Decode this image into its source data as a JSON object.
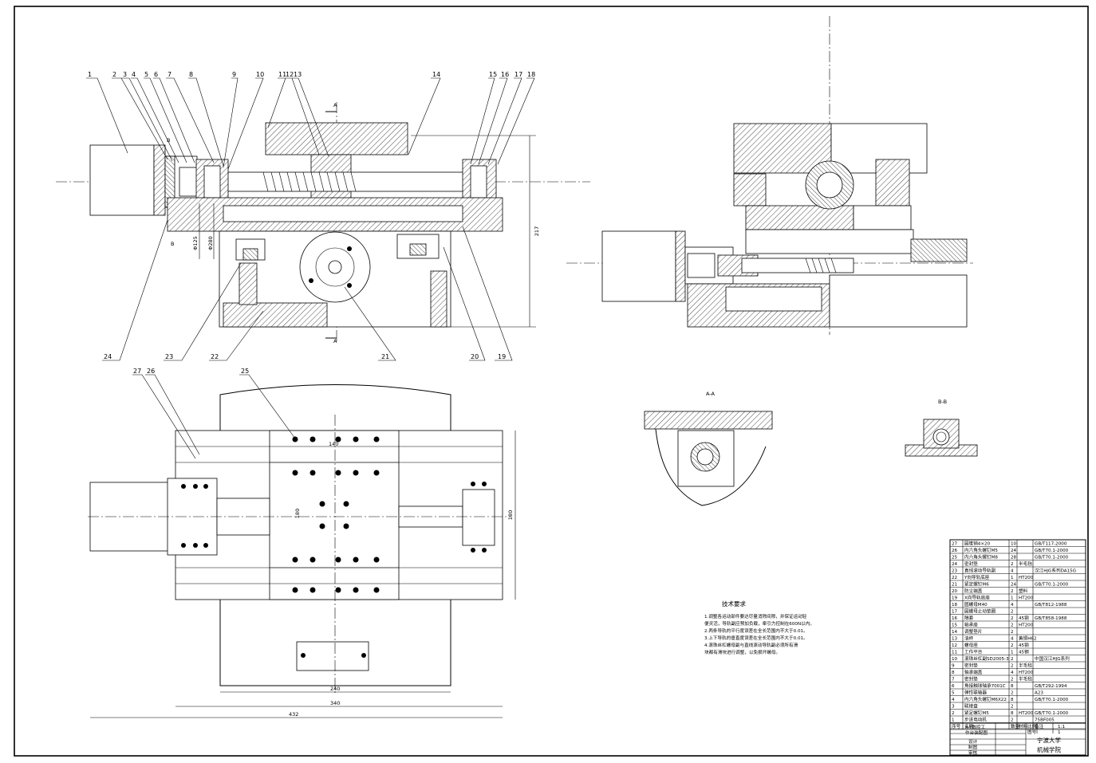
{
  "drawing": {
    "title_line1": "X-Y数控工",
    "title_line2": "作台装配图",
    "school_line1": "宁波大学",
    "school_line2": "机械学院",
    "scale_label": "比例",
    "scale_value": "1:1",
    "sheet_label": "图号",
    "sheet_value": "1",
    "sign_rows": [
      "设计",
      "制图",
      "审核"
    ]
  },
  "views": {
    "section_aa": "A-A",
    "section_bb": "B-B",
    "cut_a": "A",
    "cut_b": "B"
  },
  "balloons": {
    "top": [
      "1",
      "2",
      "3",
      "4",
      "5",
      "6",
      "7",
      "8",
      "9",
      "10",
      "11",
      "12",
      "13",
      "14",
      "15",
      "16",
      "17",
      "18"
    ],
    "bottom": [
      "24",
      "23",
      "22",
      "21",
      "20",
      "19"
    ],
    "plan": [
      "27",
      "26",
      "25"
    ]
  },
  "dimensions": {
    "height_217": "217",
    "dia_125": "Φ125",
    "dia_280": "Φ280",
    "plan_140": "140",
    "plan_180_inner": "180",
    "plan_180_side": "180",
    "plan_240": "240",
    "plan_340": "340",
    "plan_432": "432"
  },
  "notes": {
    "title": "技术要求",
    "lines": [
      "1.调整各运动部件要达尽量消除间隙，并保证运动轻",
      "便灵活，导轨副应预加负载，牵引力控制在600N以内。",
      "2.两条导轨的平行度误差在全长范围内不大于0.01。",
      "3.上下导轨的垂直度误差在全长范围内不大于0.01。",
      "4.滚珠丝杠螺母副与直线滚动导轨副必须所有滑",
      "块都有滑块进行调整，以免损坏螺母。"
    ]
  },
  "parts_header": [
    "序号",
    "名称",
    "数量",
    "材料",
    "备注"
  ],
  "parts": [
    {
      "no": "27",
      "name": "圆锥销4×20",
      "qty": "10",
      "mat": "",
      "note": "GB/T117-2000"
    },
    {
      "no": "26",
      "name": "内六角头螺钉M5",
      "qty": "24",
      "mat": "",
      "note": "GB/T70.1-2000"
    },
    {
      "no": "25",
      "name": "内六角头螺钉M8",
      "qty": "28",
      "mat": "",
      "note": "GB/T70.1-2000"
    },
    {
      "no": "24",
      "name": "密封垫",
      "qty": "2",
      "mat": "半毛毡",
      "note": ""
    },
    {
      "no": "23",
      "name": "直线滚动导轨副",
      "qty": "4",
      "mat": "",
      "note": "汉江HJG系列DA15G"
    },
    {
      "no": "22",
      "name": "Y向导轨底座",
      "qty": "1",
      "mat": "HT200",
      "note": ""
    },
    {
      "no": "21",
      "name": "紧定螺钉M6",
      "qty": "24",
      "mat": "",
      "note": "GB/T70.1-2000"
    },
    {
      "no": "20",
      "name": "防尘端盖",
      "qty": "2",
      "mat": "塑料",
      "note": ""
    },
    {
      "no": "19",
      "name": "X向导轨底座",
      "qty": "1",
      "mat": "HT200",
      "note": ""
    },
    {
      "no": "18",
      "name": "圆螺母M40",
      "qty": "4",
      "mat": "",
      "note": "GB/T812-1988"
    },
    {
      "no": "17",
      "name": "圆螺母止动垫圈",
      "qty": "2",
      "mat": "",
      "note": ""
    },
    {
      "no": "16",
      "name": "隔套",
      "qty": "2",
      "mat": "45钢",
      "note": "GB/T858-1988"
    },
    {
      "no": "15",
      "name": "轴承座",
      "qty": "2",
      "mat": "HT200",
      "note": ""
    },
    {
      "no": "14",
      "name": "调整垫片",
      "qty": "2",
      "mat": "",
      "note": ""
    },
    {
      "no": "13",
      "name": "油杯",
      "qty": "4",
      "mat": "黄铜H62",
      "note": ""
    },
    {
      "no": "12",
      "name": "螺母座",
      "qty": "2",
      "mat": "45钢",
      "note": ""
    },
    {
      "no": "11",
      "name": "工作平台",
      "qty": "1",
      "mat": "45钢",
      "note": ""
    },
    {
      "no": "10",
      "name": "滚珠丝杠副SD2005-3",
      "qty": "2",
      "mat": "",
      "note": "中国汉江HJG系列"
    },
    {
      "no": "9",
      "name": "密封垫",
      "qty": "2",
      "mat": "半毛毡",
      "note": ""
    },
    {
      "no": "8",
      "name": "轴承端盖",
      "qty": "4",
      "mat": "HT200",
      "note": ""
    },
    {
      "no": "7",
      "name": "密封垫",
      "qty": "2",
      "mat": "半毛毡",
      "note": ""
    },
    {
      "no": "6",
      "name": "角接触球轴承7001C",
      "qty": "8",
      "mat": "",
      "note": "GB/T292-1994"
    },
    {
      "no": "5",
      "name": "弹性联轴器",
      "qty": "2",
      "mat": "",
      "note": "A23"
    },
    {
      "no": "4",
      "name": "内六角头螺钉M6X22",
      "qty": "8",
      "mat": "",
      "note": "GB/T70.1-2000"
    },
    {
      "no": "3",
      "name": "联接盘",
      "qty": "2",
      "mat": "",
      "note": ""
    },
    {
      "no": "2",
      "name": "紧定螺钉M5",
      "qty": "8",
      "mat": "HT200",
      "note": "GB/T70.1-2000"
    },
    {
      "no": "1",
      "name": "步进电动机",
      "qty": "2",
      "mat": "",
      "note": "75BF005"
    }
  ]
}
